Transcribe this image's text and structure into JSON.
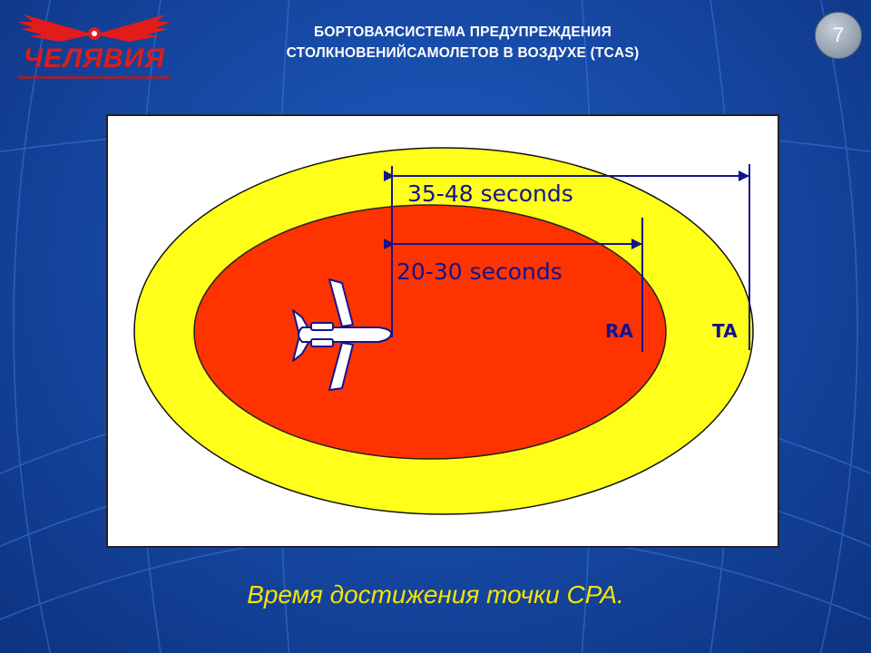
{
  "header": {
    "logo_text": "ЧЕЛЯВИЯ",
    "title_line1": "БОРТОВАЯСИСТЕМА ПРЕДУПРЕЖДЕНИЯ",
    "title_line2": "СТОЛКНОВЕНИЙСАМОЛЕТОВ В ВОЗДУХЕ (TCAS)",
    "page_number": "7"
  },
  "diagram": {
    "outer_zone_label": "TA",
    "inner_zone_label": "RA",
    "outer_time_label": "35-48 seconds",
    "inner_time_label": "20-30 seconds",
    "outer_zone_color": "#FFFF1A",
    "inner_zone_color": "#FF3300",
    "line_color": "#14148C"
  },
  "caption": "Время достижения точки CPA."
}
